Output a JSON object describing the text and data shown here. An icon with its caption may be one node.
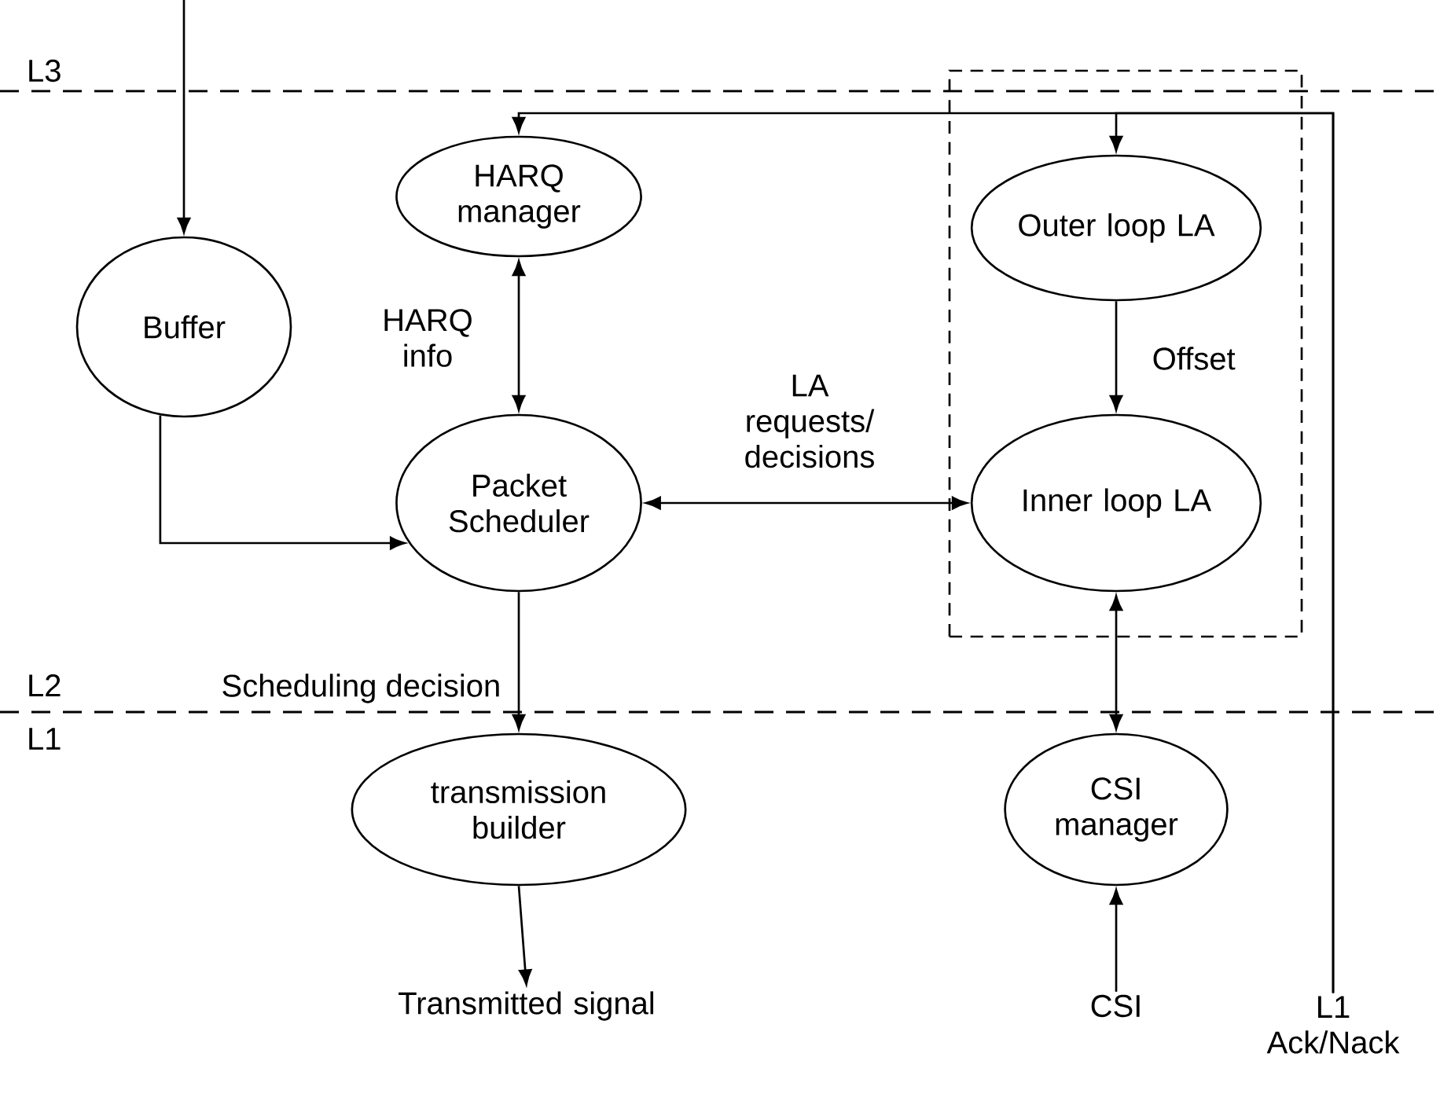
{
  "diagram": {
    "nodes": [
      {
        "text": [
          "Buffer"
        ]
      },
      {
        "text": [
          "HARQ manager"
        ]
      },
      {
        "text": [],
        "shape": "box"
      },
      {
        "text": [
          "Outer loop LA"
        ],
        "in": 2
      },
      {
        "text": [
          "Packet Scheduler"
        ]
      },
      {
        "text": [
          "Inner loop LA"
        ],
        "in": 2
      },
      {
        "text": [
          "transmission builder"
        ]
      },
      {
        "text": [
          "CSI manager"
        ]
      },
      {
        "text": [
          "CSI"
        ]
      },
      {
        "text": [
          "L1 Ack/Nack"
        ]
      },
      {
        "text": [
          "Transmitted signal"
        ]
      }
    ],
    "edges": [
      {
        "from": null,
        "to": 0,
        "arrow": "to"
      },
      {
        "from": 0,
        "to": 4,
        "arrow": "to"
      },
      {
        "from": 9,
        "to": 1,
        "arrow": "to"
      },
      {
        "from": 9,
        "to": 3,
        "arrow": "to"
      },
      {
        "from": 1,
        "to": 4,
        "arrow": "both",
        "label": "HARQ info"
      },
      {
        "from": 3,
        "to": 5,
        "arrow": "to",
        "label": "Offset"
      },
      {
        "from": 4,
        "to": 5,
        "arrow": "both",
        "label": "LA requests/ decisions"
      },
      {
        "from": 4,
        "to": 6,
        "arrow": "to",
        "label": "Scheduling decision"
      },
      {
        "from": 5,
        "to": 7,
        "arrow": "both"
      },
      {
        "from": 8,
        "to": 7,
        "arrow": "to"
      },
      {
        "from": 6,
        "to": 10,
        "arrow": "to"
      }
    ],
    "labels": [
      "L3",
      "L2",
      "L1"
    ]
  }
}
